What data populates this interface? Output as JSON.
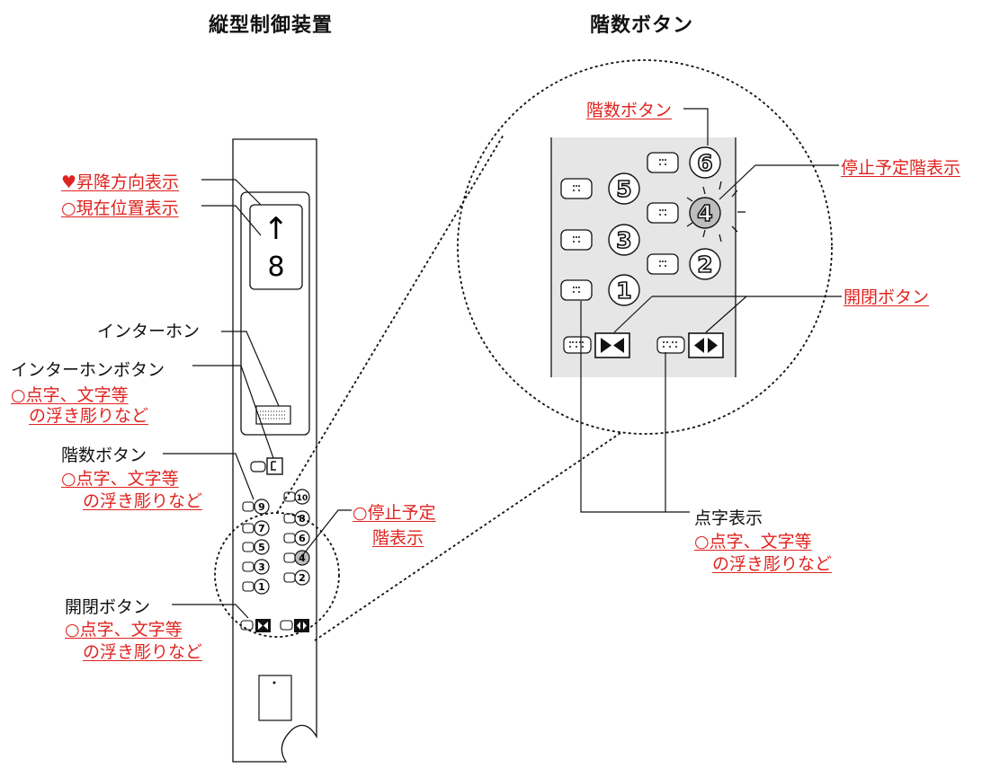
{
  "titles": {
    "left": "縦型制御装置",
    "right": "階数ボタン"
  },
  "left_labels": {
    "direction": "♥昇降方向表示",
    "position": "○現在位置表示",
    "intercom": "インターホン",
    "intercom_button": "インターホンボタン",
    "intercom_note_1": "○点字、文字等",
    "intercom_note_2": "の浮き彫りなど",
    "floor_button": "階数ボタン",
    "floor_note_1": "○点字、文字等",
    "floor_note_2": "の浮き彫りなど",
    "open_close": "開閉ボタン",
    "open_close_note_1": "○点字、文字等",
    "open_close_note_2": "の浮き彫りなど",
    "stop_scheduled_1": "○停止予定",
    "stop_scheduled_2": "階表示"
  },
  "right_labels": {
    "floor_button": "階数ボタン",
    "stop_floor": "停止予定階表示",
    "open_close": "開閉ボタン",
    "braille": "点字表示",
    "braille_note_1": "○点字、文字等",
    "braille_note_2": "の浮き彫りなど"
  },
  "display": {
    "arrow": "↑",
    "floor": "8"
  },
  "small_floors": [
    "10",
    "9",
    "8",
    "7",
    "6",
    "5",
    "4",
    "3",
    "2",
    "1"
  ],
  "big_floors": [
    "6",
    "5",
    "4",
    "3",
    "2",
    "1"
  ],
  "colors": {
    "red": "#e0231f",
    "panel": "#e6e6e6",
    "lit": "#bdbdbd"
  }
}
